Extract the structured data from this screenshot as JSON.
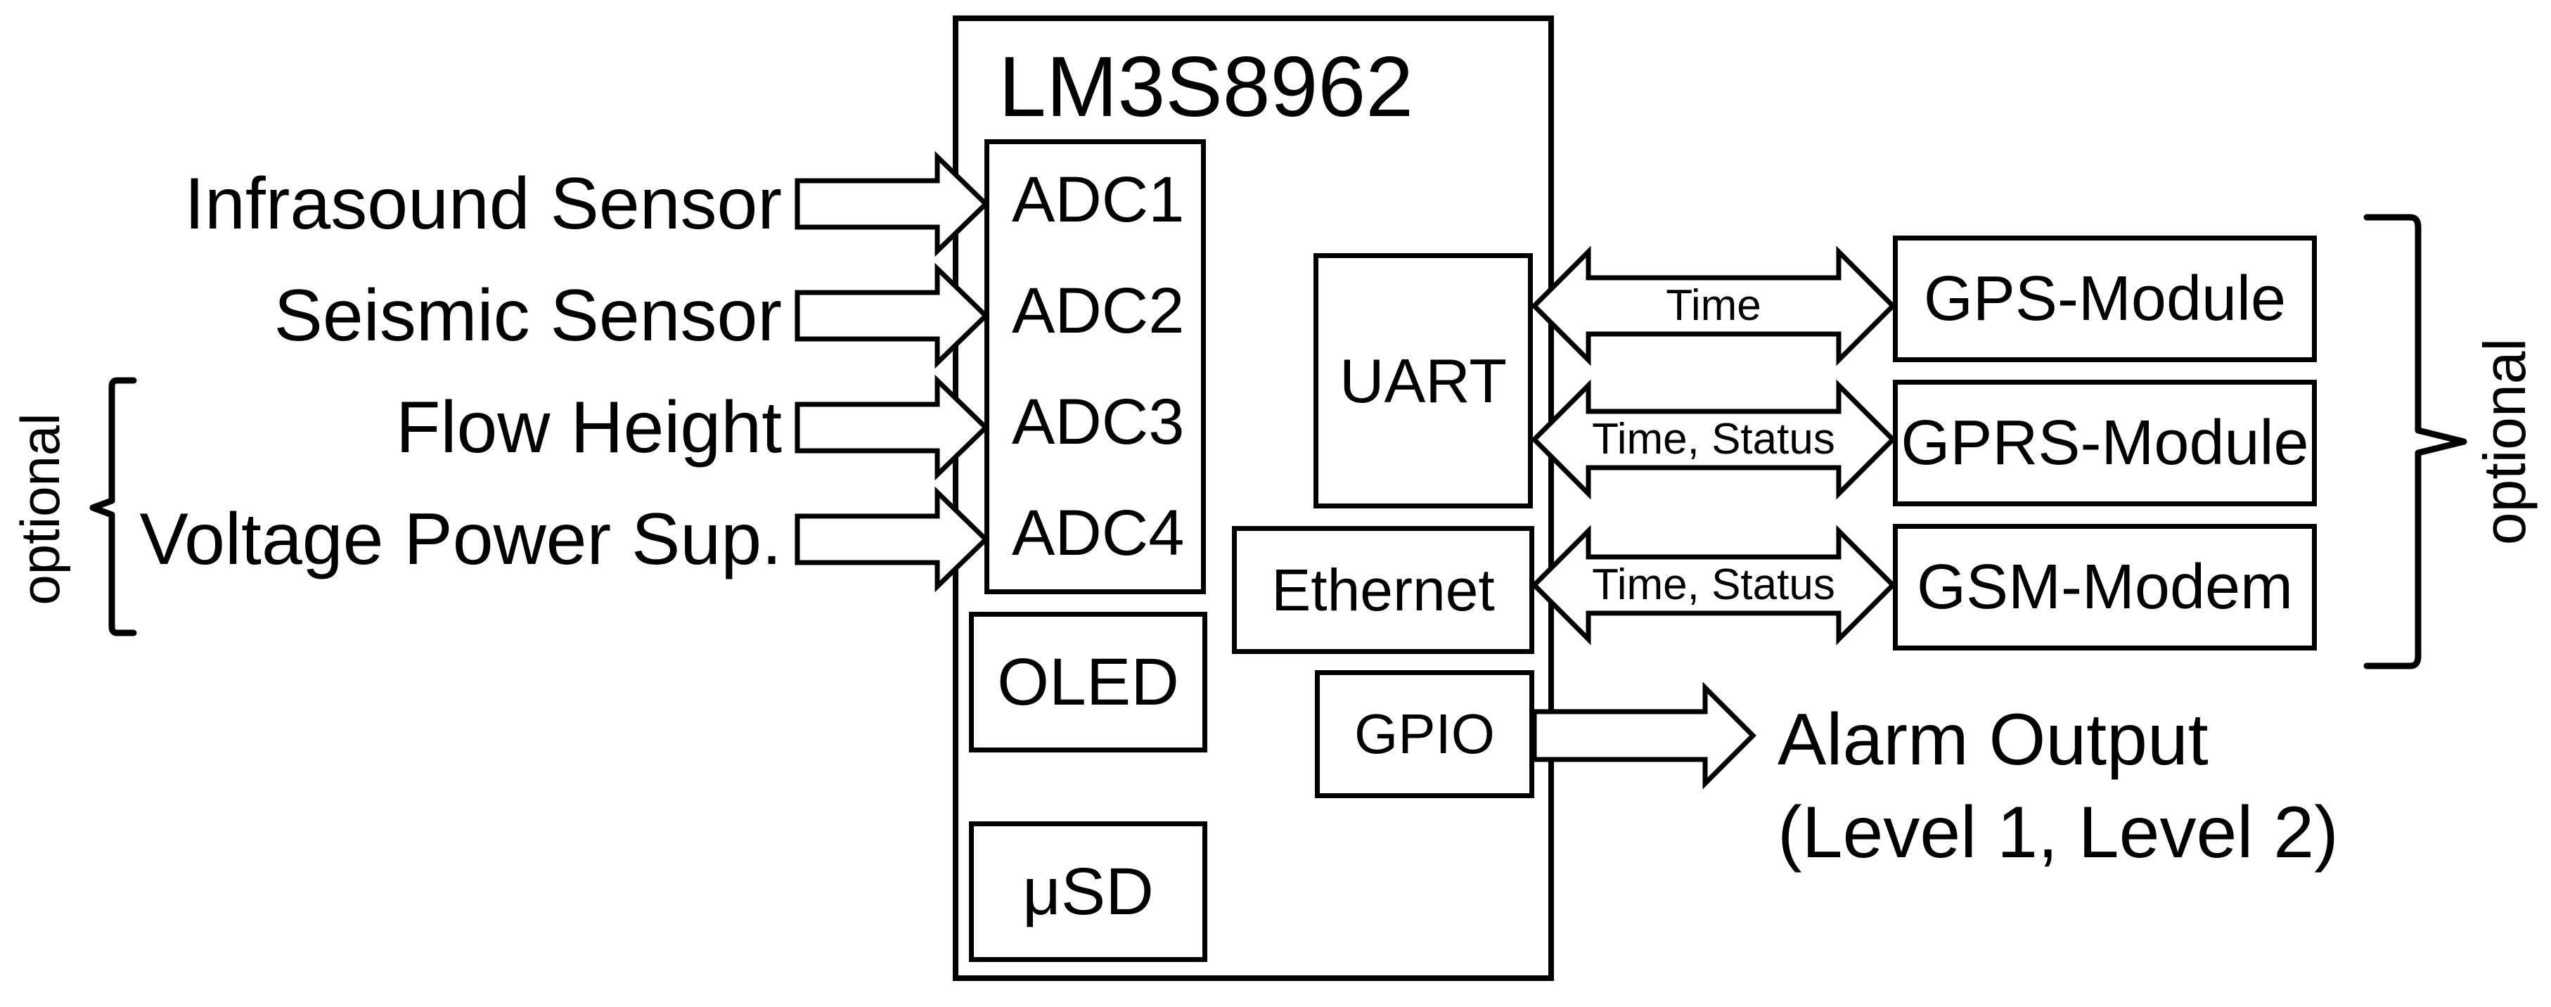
{
  "diagram": {
    "background_color": "#ffffff",
    "line_color": "#000000",
    "mcu": {
      "title": "LM3S8962",
      "adc_channels": [
        "ADC1",
        "ADC2",
        "ADC3",
        "ADC4"
      ],
      "peripherals": {
        "oled": "OLED",
        "usd": "μSD",
        "uart": "UART",
        "ethernet": "Ethernet",
        "gpio": "GPIO"
      }
    },
    "inputs": [
      "Infrasound Sensor",
      "Seismic Sensor",
      "Flow Height",
      "Voltage Power Sup."
    ],
    "left_optional_label": "optional",
    "right_optional_label": "optional",
    "links": [
      {
        "label": "Time",
        "from": "UART",
        "to": "GPS-Module",
        "direction": "bidirectional"
      },
      {
        "label": "Time, Status",
        "from": "UART",
        "to": "GPRS-Module",
        "direction": "bidirectional"
      },
      {
        "label": "Time, Status",
        "from": "Ethernet",
        "to": "GSM-Modem",
        "direction": "bidirectional"
      }
    ],
    "modules": [
      "GPS-Module",
      "GPRS-Module",
      "GSM-Modem"
    ],
    "alarm_output": {
      "line1": "Alarm Output",
      "line2": "(Level 1, Level 2)"
    }
  }
}
